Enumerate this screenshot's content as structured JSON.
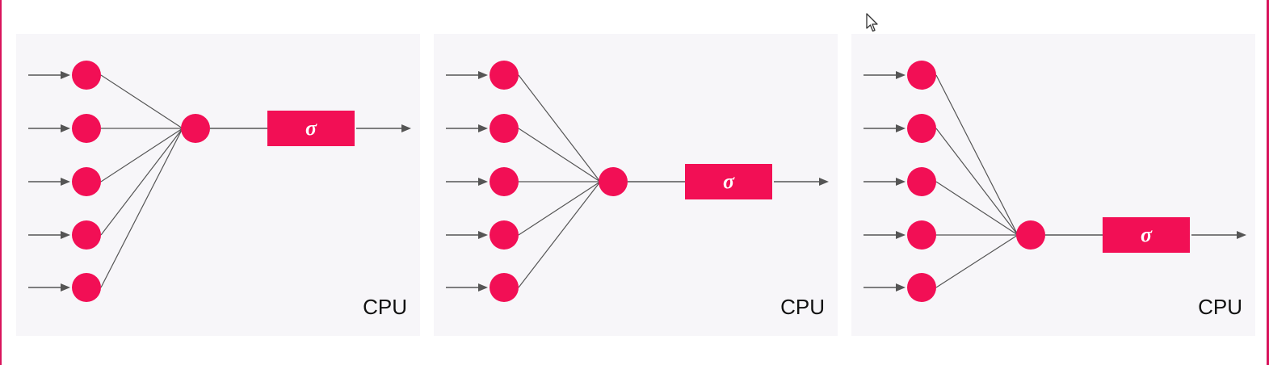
{
  "colors": {
    "neuron": "#f20f55",
    "line": "#555555",
    "panel_background": "#f7f6f9",
    "frame": "#d9145c"
  },
  "panels": [
    {
      "activation_symbol": "σ",
      "device_label": "CPU",
      "output_row": 1
    },
    {
      "activation_symbol": "σ",
      "device_label": "CPU",
      "output_row": 2
    },
    {
      "activation_symbol": "σ",
      "device_label": "CPU",
      "output_row": 3
    }
  ],
  "icons": {
    "cursor": "mouse-pointer-icon"
  }
}
